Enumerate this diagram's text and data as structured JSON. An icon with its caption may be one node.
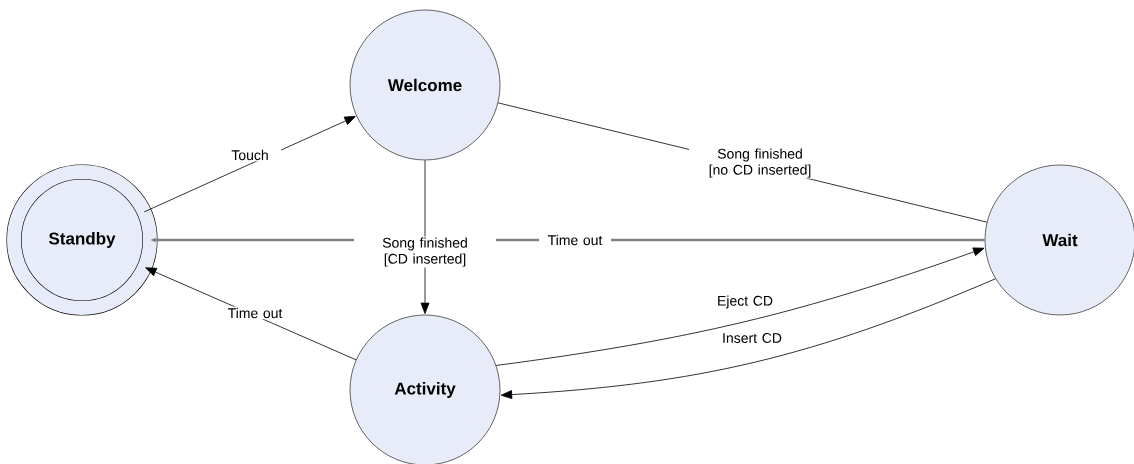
{
  "diagram": {
    "nodes": [
      {
        "text": [
          "Standby"
        ]
      },
      {
        "text": [
          "Welcome"
        ]
      },
      {
        "text": [
          "Activity"
        ]
      },
      {
        "text": [
          "Wait"
        ]
      }
    ],
    "edges": [
      {
        "from": 0,
        "to": 1,
        "arrow": "to",
        "label": "Touch"
      },
      {
        "from": 1,
        "to": 3,
        "arrow": "none",
        "label": "Song finished [no CD inserted]"
      },
      {
        "from": 3,
        "to": 0,
        "arrow": "to",
        "label": "Time out",
        "style": "thick",
        "color": "#808080"
      },
      {
        "from": 1,
        "to": 2,
        "arrow": "to",
        "label": "Song finished [CD inserted]"
      },
      {
        "from": 2,
        "to": 0,
        "arrow": "to",
        "label": "Time out"
      },
      {
        "from": 2,
        "to": 3,
        "arrow": "to",
        "label": "Eject CD"
      },
      {
        "from": 3,
        "to": 2,
        "arrow": "to",
        "label": "Insert CD"
      }
    ]
  }
}
